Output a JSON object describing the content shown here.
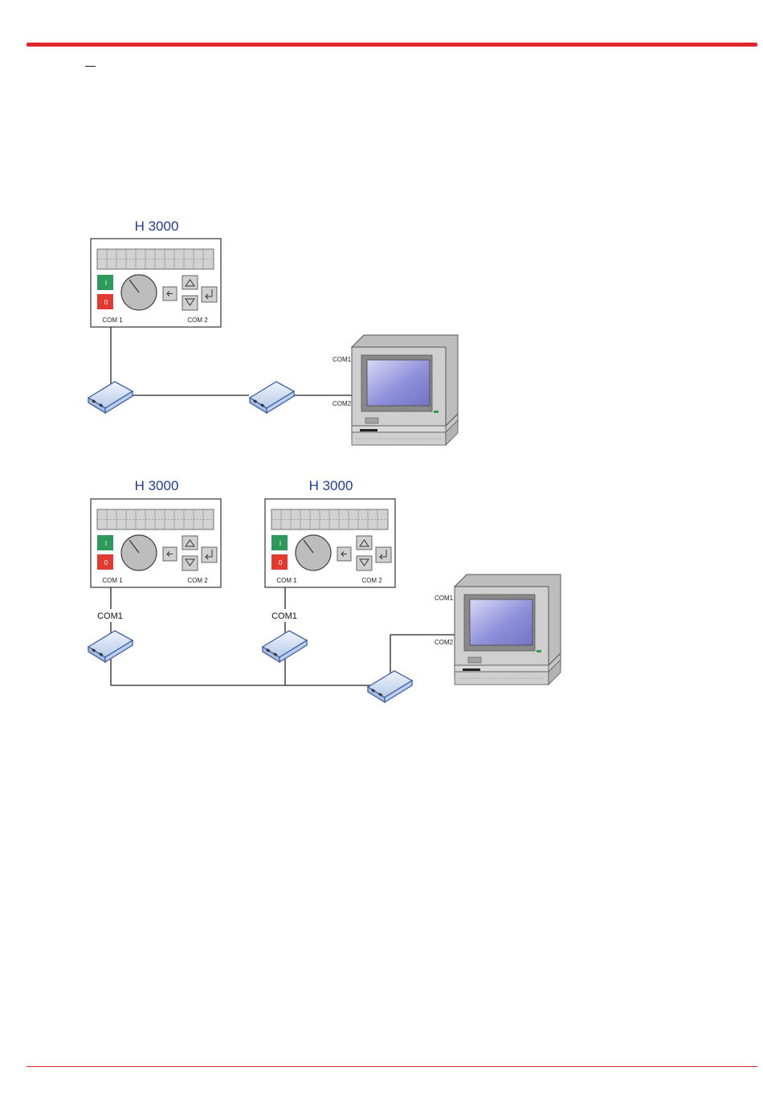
{
  "header": {
    "stray_mark": "–"
  },
  "labels": {
    "controller_title": "H 3000",
    "com1_spaced": "COM 1",
    "com2_spaced": "COM 2",
    "com1": "COM1",
    "com2": "COM2",
    "button_on": "I",
    "button_off": "0"
  },
  "colors": {
    "rule": "#e0262c",
    "title_text": "#1f3a9c",
    "button_green": "#2e9a5a",
    "button_red": "#e23a2e",
    "monitor_screen": "#8e8fd8",
    "converter_body": "#cfe0f5"
  },
  "diagram_1": {
    "controllers": 1,
    "converters": 2,
    "computers": 1
  },
  "diagram_2": {
    "controllers": 2,
    "converters": 3,
    "computers": 1
  }
}
